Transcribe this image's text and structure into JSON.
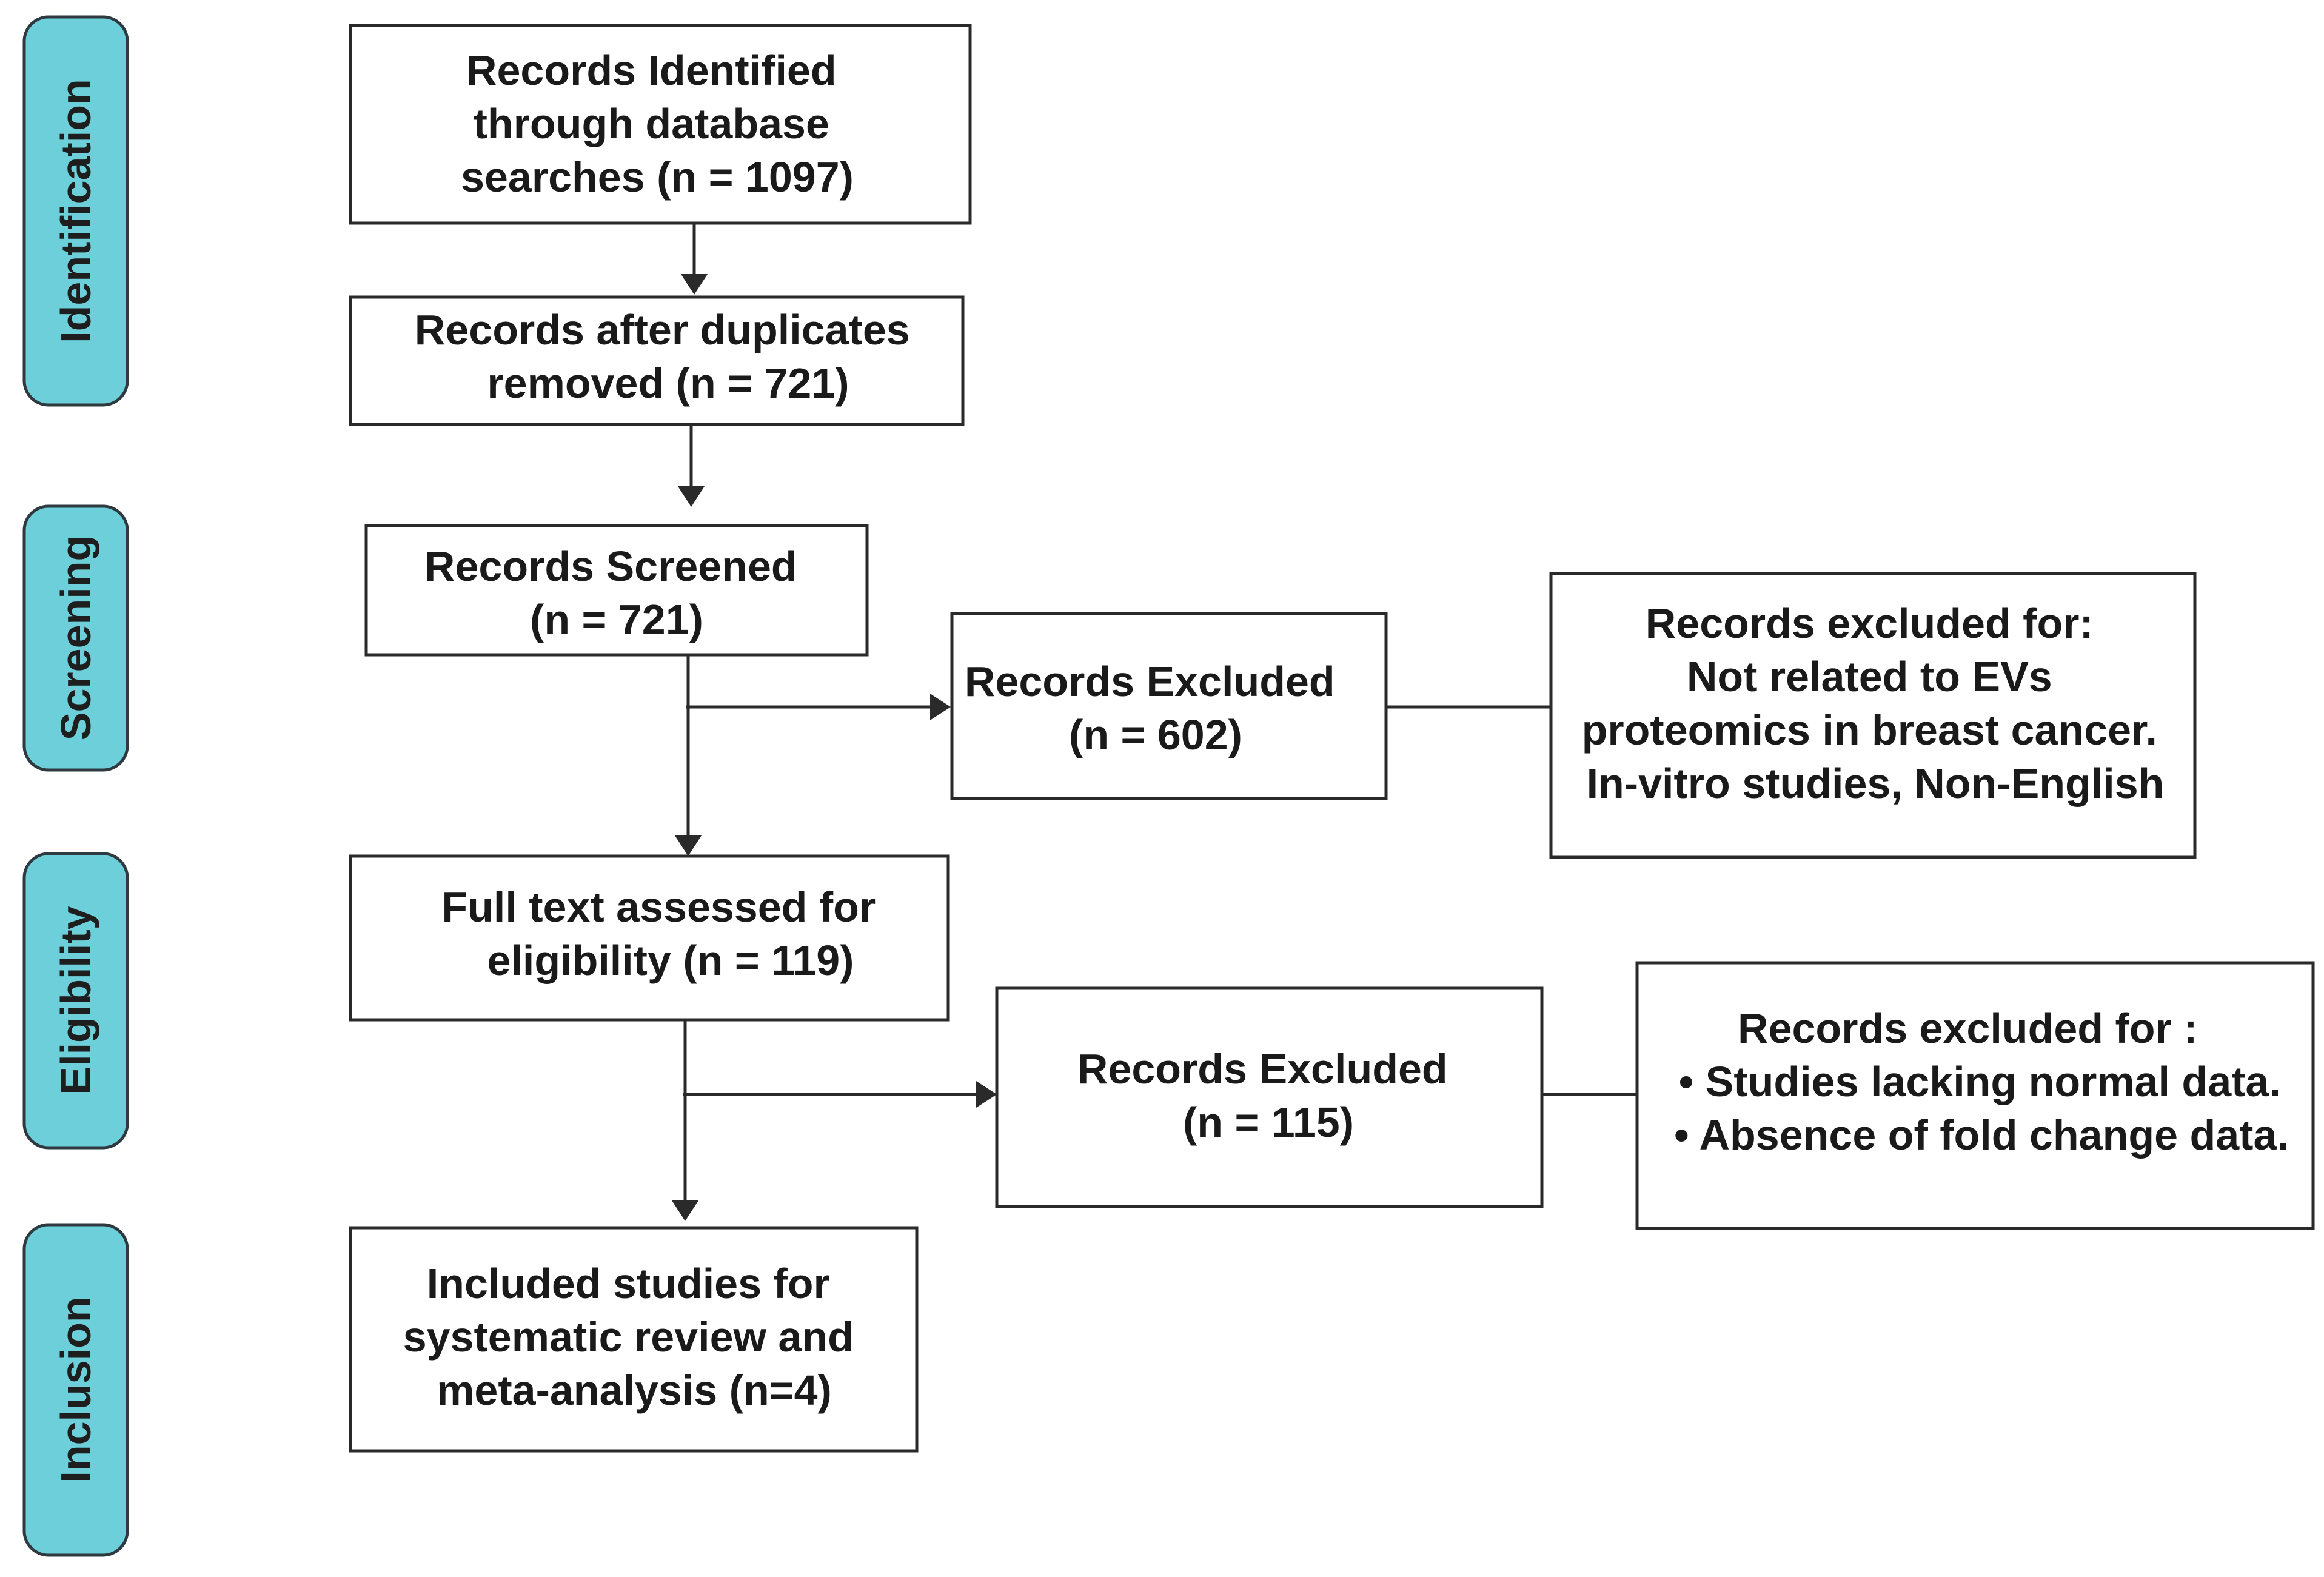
{
  "stages": [
    {
      "id": "identification",
      "label": "Identification"
    },
    {
      "id": "screening",
      "label": "Screening"
    },
    {
      "id": "eligibility",
      "label": "Eligibility"
    },
    {
      "id": "inclusion",
      "label": "Inclusion"
    }
  ],
  "boxes": {
    "identified": {
      "lines": [
        "Records Identified",
        "through database",
        "searches  (n = 1097)"
      ]
    },
    "after_duplicates": {
      "lines": [
        "Records after duplicates",
        "removed  (n = 721)"
      ]
    },
    "screened": {
      "lines": [
        "Records Screened",
        "(n = 721)"
      ]
    },
    "excluded_screening": {
      "lines": [
        "Records Excluded",
        "(n = 602)"
      ]
    },
    "exclusion_reasons_screening": {
      "lines": [
        "Records excluded for:",
        "Not related to EVs",
        "proteomics in breast cancer.",
        "In-vitro studies, Non-English"
      ]
    },
    "full_text": {
      "lines": [
        "Full text assessed for",
        "eligibility (n = 119)"
      ]
    },
    "excluded_eligibility": {
      "lines": [
        "Records Excluded",
        "(n = 115)"
      ]
    },
    "exclusion_reasons_eligibility": {
      "lines": [
        "Records excluded for :",
        "•  Studies lacking normal data.",
        "• Absence of fold change data."
      ]
    },
    "included": {
      "lines": [
        "Included studies  for",
        "systematic review and",
        "meta-analysis  (n=4)"
      ]
    }
  },
  "colors": {
    "stage_fill": "#6ccfd9",
    "stage_stroke": "#2f3a40",
    "box_stroke": "#2a2a2a",
    "text": "#1a1a1a"
  }
}
